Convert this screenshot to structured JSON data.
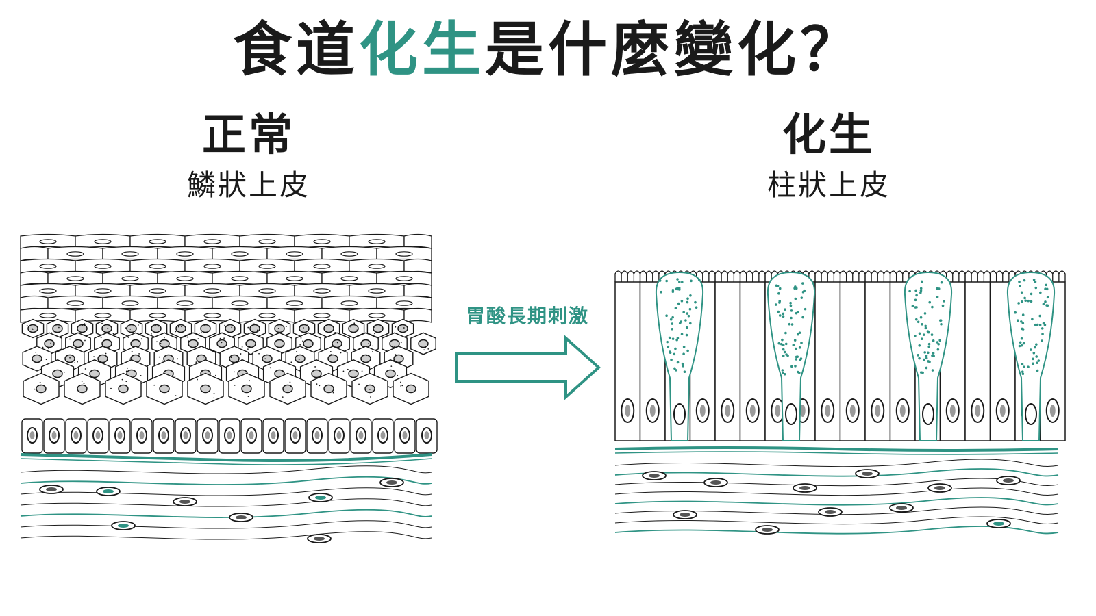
{
  "title": {
    "part1": "食道",
    "part2": "化生",
    "part3": "是什麼變化？"
  },
  "left": {
    "heading": "正常",
    "subheading": "鱗狀上皮"
  },
  "right": {
    "heading": "化生",
    "subheading": "柱狀上皮"
  },
  "arrow": {
    "label": "胃酸長期刺激"
  },
  "colors": {
    "accent": "#2f9384",
    "ink": "#1a1a1a"
  }
}
